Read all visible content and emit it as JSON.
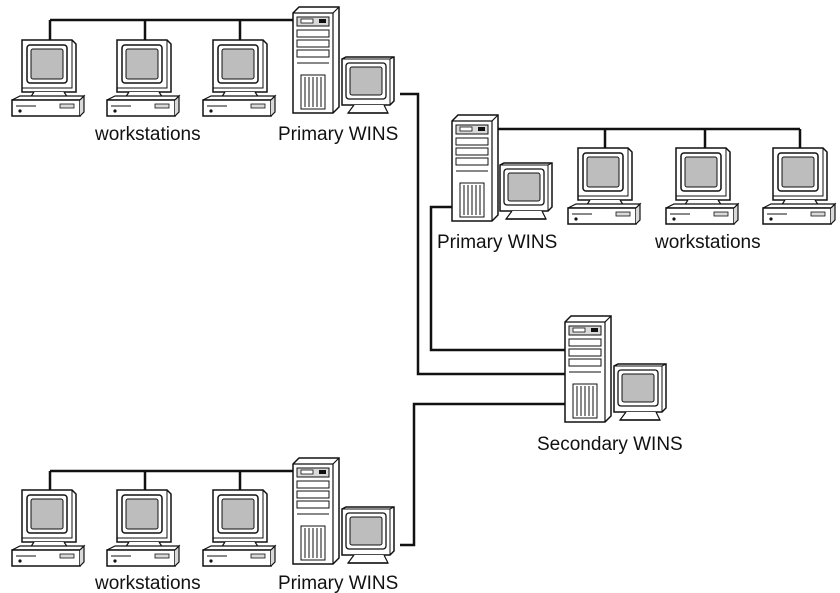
{
  "labels": {
    "workstations": "workstations",
    "primary_wins": "Primary WINS",
    "secondary_wins": "Secondary WINS"
  },
  "groups": [
    {
      "id": "top-left",
      "workstations_label": "workstations",
      "server_label": "Primary WINS"
    },
    {
      "id": "right",
      "workstations_label": "workstations",
      "server_label": "Primary WINS"
    },
    {
      "id": "bottom-left",
      "workstations_label": "workstations",
      "server_label": "Primary WINS"
    }
  ],
  "secondary": {
    "server_label": "Secondary WINS"
  },
  "colors": {
    "line": "#111111",
    "device_fill": "#ffffff",
    "panel_fill": "#d9d9d9",
    "screen_fill": "#bdbdbd"
  }
}
